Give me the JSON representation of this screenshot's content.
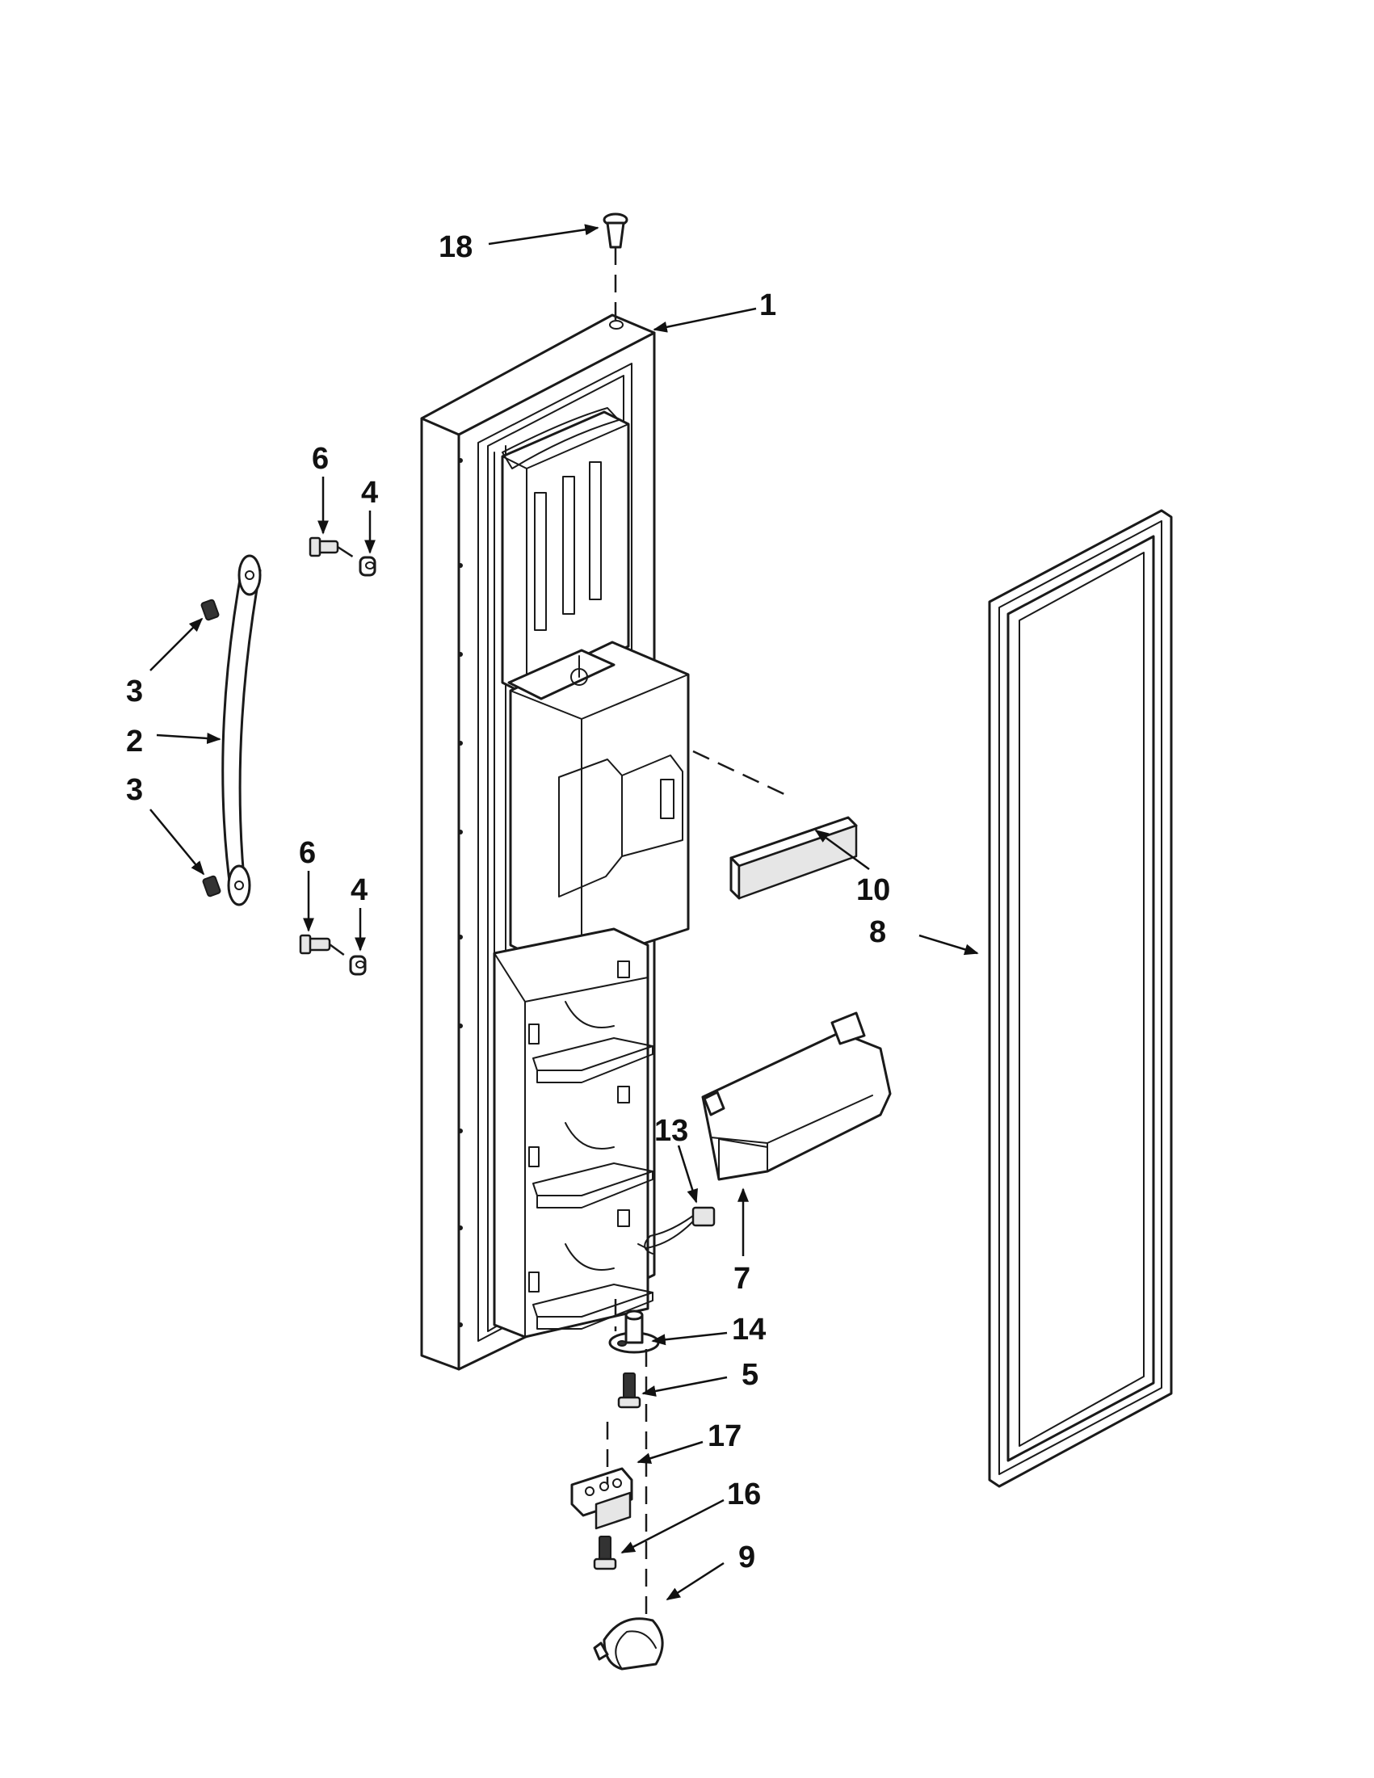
{
  "callouts": {
    "p1": "1",
    "p2": "2",
    "p3a": "3",
    "p3b": "3",
    "p4a": "4",
    "p4b": "4",
    "p5": "5",
    "p6a": "6",
    "p6b": "6",
    "p7": "7",
    "p8": "8",
    "p9": "9",
    "p10": "10",
    "p13": "13",
    "p14": "14",
    "p16": "16",
    "p17": "17",
    "p18": "18"
  }
}
